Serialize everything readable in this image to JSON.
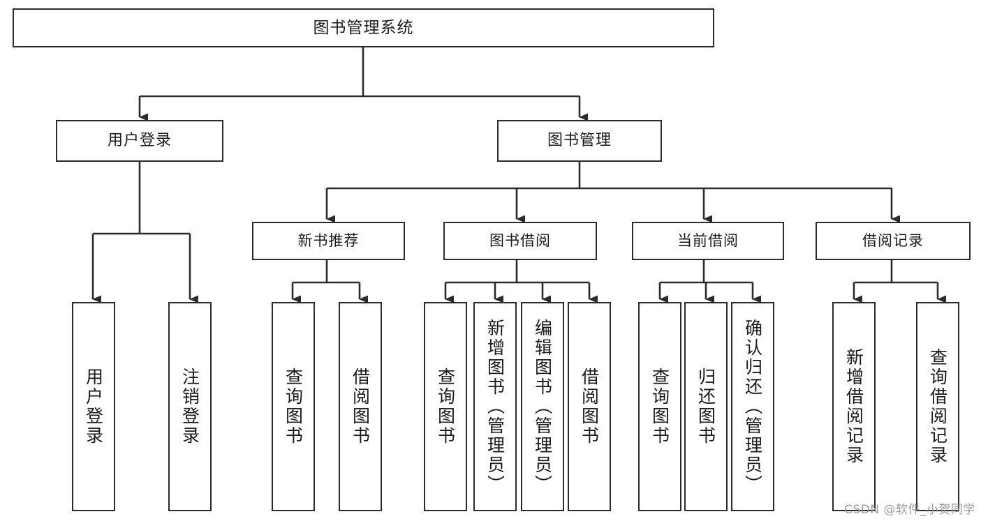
{
  "diagram": {
    "title": "图书管理系统",
    "type": "tree",
    "watermark": "CSDN @软件_小贺同学",
    "colors": {
      "stroke": "#2b2b2b",
      "fill": "#ffffff",
      "text": "#1a1a1a",
      "watermark": "#9b9b9b"
    },
    "root": {
      "label": "图书管理系统"
    },
    "level1": [
      {
        "label": "用户登录"
      },
      {
        "label": "图书管理"
      }
    ],
    "level2": [
      {
        "label": "新书推荐"
      },
      {
        "label": "图书借阅"
      },
      {
        "label": "当前借阅"
      },
      {
        "label": "借阅记录"
      }
    ],
    "leaves": {
      "user_login": [
        {
          "label": "用户登录"
        },
        {
          "label": "注销登录"
        }
      ],
      "new_book": [
        {
          "label": "查询图书"
        },
        {
          "label": "借阅图书"
        }
      ],
      "book_borrow": [
        {
          "label": "查询图书"
        },
        {
          "label": "新增图书（管理员）"
        },
        {
          "label": "编辑图书（管理员）"
        },
        {
          "label": "借阅图书"
        }
      ],
      "current_borrow": [
        {
          "label": "查询图书"
        },
        {
          "label": "归还图书"
        },
        {
          "label": "确认归还（管理员）"
        }
      ],
      "borrow_record": [
        {
          "label": "新增借阅记录"
        },
        {
          "label": "查询借阅记录"
        }
      ]
    }
  }
}
